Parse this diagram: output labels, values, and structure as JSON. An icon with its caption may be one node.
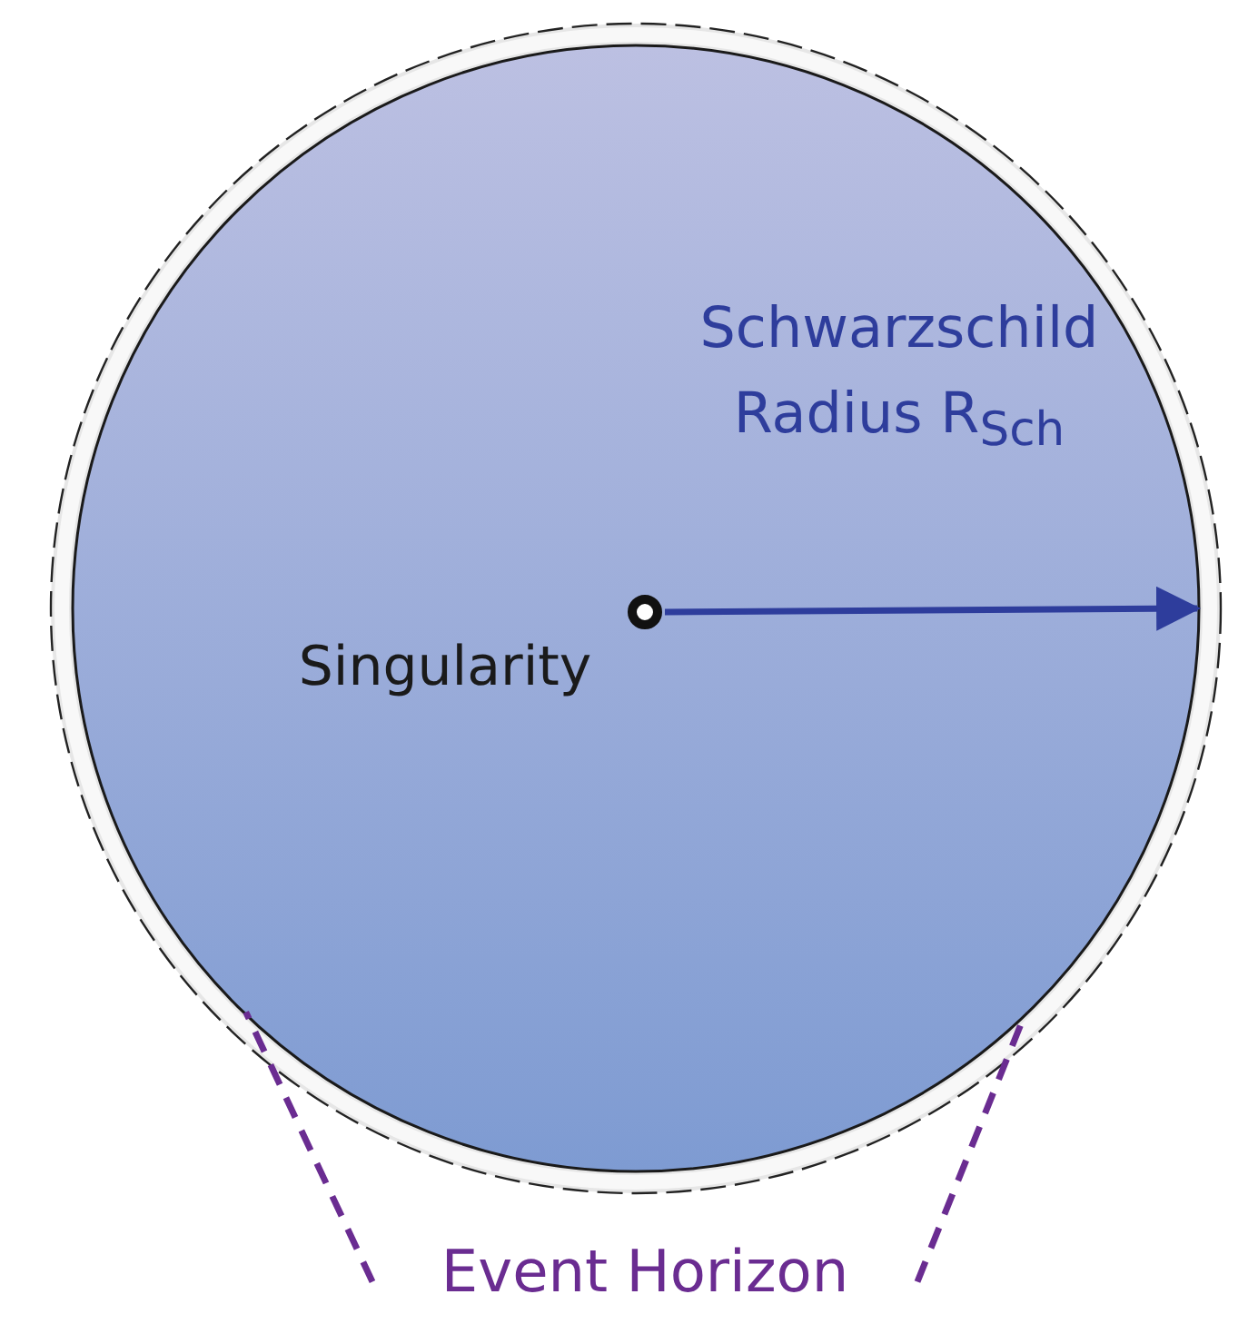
{
  "diagram": {
    "nodes": [
      {
        "text": [],
        "shape": "circle"
      },
      {
        "text": [
          "Singularity"
        ],
        "in": 0
      },
      {
        "text": [
          "Event Horizon"
        ]
      }
    ],
    "edges": [
      {
        "from": 1,
        "to": 0,
        "arrow": "to",
        "label": "Schwarzschild Radius R$_{Sch}$",
        "color": "#2e3d9c"
      },
      {
        "from": 2,
        "to": 0,
        "arrow": "none",
        "style": "dashed",
        "color": "#6a2c91"
      },
      {
        "from": 2,
        "to": 0,
        "arrow": "none",
        "style": "dashed",
        "color": "#6a2c91"
      }
    ]
  }
}
